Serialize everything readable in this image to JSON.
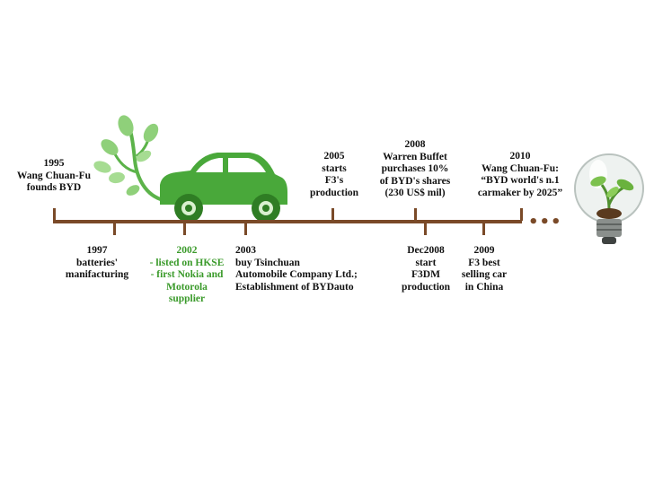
{
  "timeline": {
    "events": [
      {
        "id": "e1995",
        "text": "1995\nWang Chuan-Fu\nfounds BYD"
      },
      {
        "id": "e1997",
        "text": "1997\nbatteries'\nmanifacturing"
      },
      {
        "id": "e2002",
        "text": "2002\n- listed on HKSE\n- first Nokia and\nMotorola\nsupplier"
      },
      {
        "id": "e2003",
        "text": "2003\nbuy Tsinchuan\nAutomobile Company Ltd.;\nEstablishment of BYDauto"
      },
      {
        "id": "e2005",
        "text": "2005\nstarts\nF3's\nproduction"
      },
      {
        "id": "e2008",
        "text": "2008\nWarren Buffet\npurchases 10%\nof BYD's shares\n(230 US$ mil)"
      },
      {
        "id": "e2008b",
        "text": "Dec2008\nstart\nF3DM\nproduction"
      },
      {
        "id": "e2009",
        "text": "2009\nF3 best\nselling car\nin China"
      },
      {
        "id": "e2010",
        "text": "2010\nWang Chuan-Fu:\n“BYD world's n.1\ncarmaker by 2025”"
      }
    ],
    "axis_color": "#7a4a28",
    "highlight_color": "#3a9a2a"
  },
  "images": {
    "car": {
      "icon": "green-eco-car-with-leaves",
      "color": "#49a83a"
    },
    "bulb": {
      "icon": "light-bulb-with-plant"
    }
  }
}
